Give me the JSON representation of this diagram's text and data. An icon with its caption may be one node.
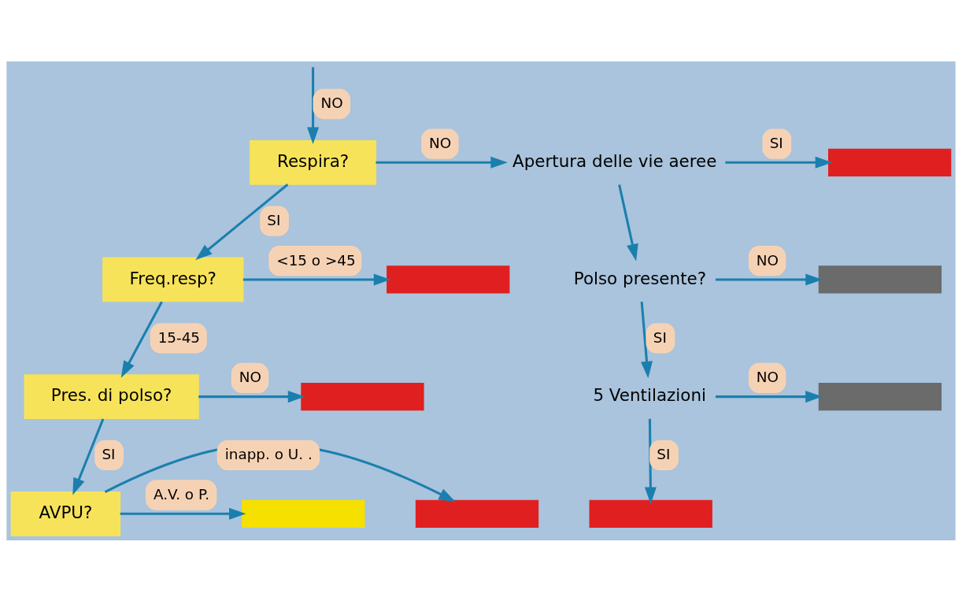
{
  "diagram": {
    "nodes": [
      {
        "text": [
          "Respira?"
        ]
      },
      {
        "text": [
          "Apertura delle vie aeree"
        ]
      },
      {
        "text": [],
        "shape": "bar"
      },
      {
        "text": [
          "Polso presente?"
        ]
      },
      {
        "text": [],
        "shape": "bar"
      },
      {
        "text": [
          "5 Ventilazioni"
        ]
      },
      {
        "text": [],
        "shape": "bar"
      },
      {
        "text": [],
        "shape": "bar"
      },
      {
        "text": [
          "Freq.resp?"
        ]
      },
      {
        "text": [],
        "shape": "bar"
      },
      {
        "text": [
          "Pres. di polso?"
        ]
      },
      {
        "text": [],
        "shape": "bar"
      },
      {
        "text": [
          "AVPU?"
        ]
      },
      {
        "text": [],
        "shape": "bar"
      },
      {
        "text": [],
        "shape": "bar"
      }
    ],
    "edges": [
      {
        "from": null,
        "to": 0,
        "arrow": "to",
        "label": "NO"
      },
      {
        "from": 0,
        "to": 1,
        "arrow": "to",
        "label": "NO"
      },
      {
        "from": 1,
        "to": 2,
        "arrow": "to",
        "label": "SI"
      },
      {
        "from": 1,
        "to": 3,
        "arrow": "to"
      },
      {
        "from": 3,
        "to": 4,
        "arrow": "to",
        "label": "NO"
      },
      {
        "from": 3,
        "to": 5,
        "arrow": "to",
        "label": "SI"
      },
      {
        "from": 5,
        "to": 6,
        "arrow": "to",
        "label": "NO"
      },
      {
        "from": 5,
        "to": 7,
        "arrow": "to",
        "label": "SI"
      },
      {
        "from": 0,
        "to": 8,
        "arrow": "to",
        "label": "SI"
      },
      {
        "from": 8,
        "to": 9,
        "arrow": "to",
        "label": "<15 o >45"
      },
      {
        "from": 8,
        "to": 10,
        "arrow": "to",
        "label": "15-45"
      },
      {
        "from": 10,
        "to": 11,
        "arrow": "to",
        "label": "NO"
      },
      {
        "from": 10,
        "to": 12,
        "arrow": "to",
        "label": "SI"
      },
      {
        "from": 12,
        "to": 13,
        "arrow": "to",
        "label": "inapp. o U. ."
      },
      {
        "from": 12,
        "to": 14,
        "arrow": "to",
        "label": "A.V. o P."
      }
    ]
  }
}
